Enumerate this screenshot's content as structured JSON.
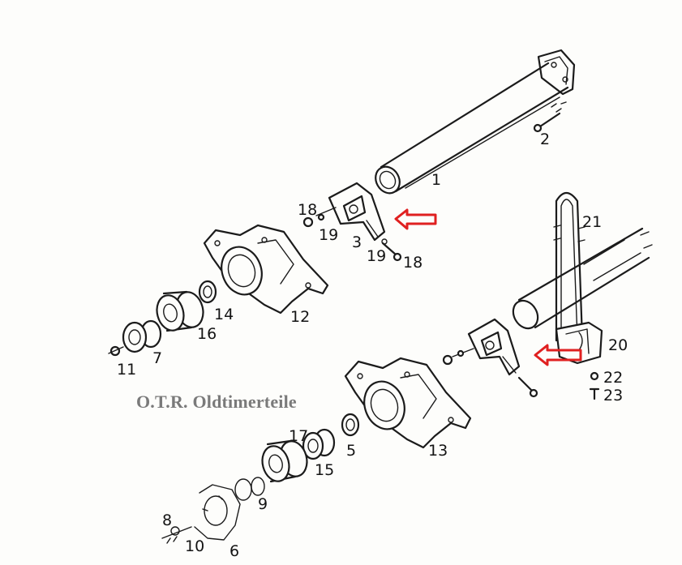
{
  "watermark": "O.T.R. Oldtimerteile",
  "arrow_color": "#e02020",
  "callouts": {
    "c1": "1",
    "c2": "2",
    "c3": "3",
    "c5": "5",
    "c6": "6",
    "c7": "7",
    "c8": "8",
    "c9": "9",
    "c10": "10",
    "c11": "11",
    "c12": "12",
    "c13": "13",
    "c14": "14",
    "c15": "15",
    "c16": "16",
    "c17": "17",
    "c18a": "18",
    "c18b": "18",
    "c19a": "19",
    "c19b": "19",
    "c20": "20",
    "c21": "21",
    "c22": "22",
    "c23": "23"
  }
}
